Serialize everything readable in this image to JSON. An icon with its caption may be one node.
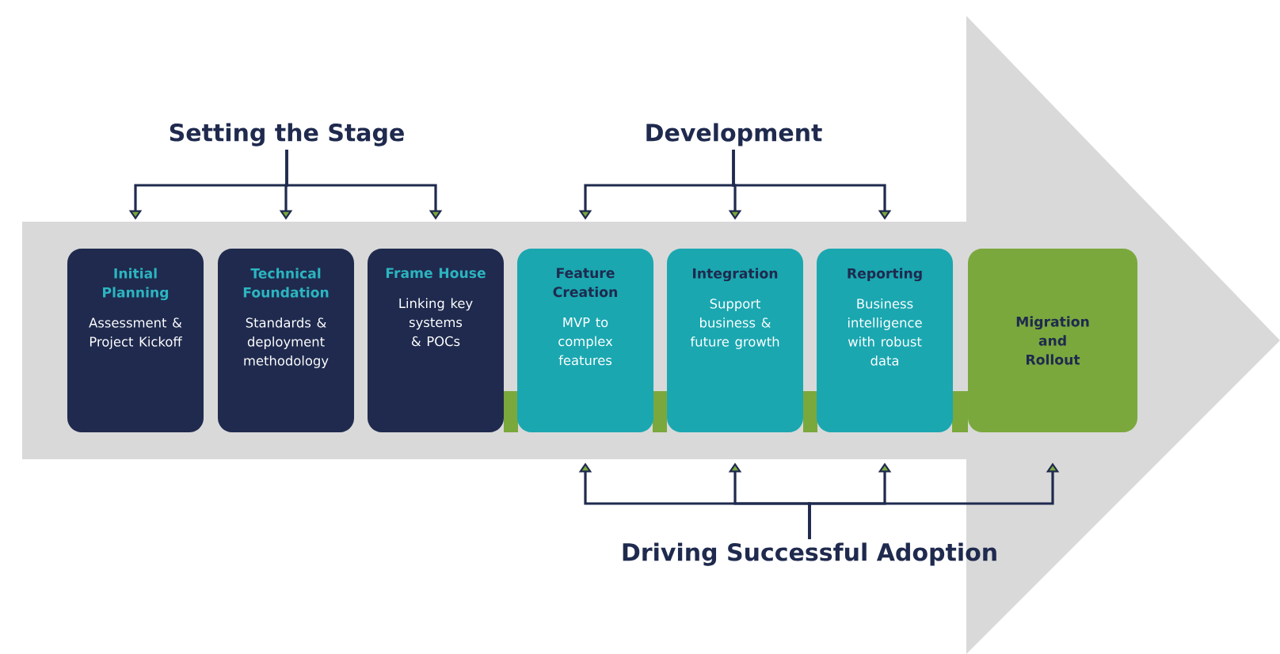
{
  "diagram": {
    "nodes": [
      {
        "text": [
          "Setting the Stage"
        ]
      },
      {
        "text": [
          "Development"
        ]
      },
      {
        "text": [
          "Initial Planning",
          "Assessment & Project Kickoff"
        ]
      },
      {
        "text": [
          "Technical Foundation",
          "Standards & deployment methodology"
        ]
      },
      {
        "text": [
          "Frame House",
          "Linking key systems & POCs"
        ]
      },
      {
        "text": [
          "Feature Creation",
          "MVP to complex features"
        ]
      },
      {
        "text": [
          "Integration",
          "Support business & future growth"
        ]
      },
      {
        "text": [
          "Reporting",
          "Business intelligence with robust data"
        ]
      },
      {
        "text": [
          "Migration and Rollout"
        ]
      },
      {
        "text": [
          "Driving Successful Adoption"
        ]
      }
    ],
    "edges": [
      {
        "from": 0,
        "to": 2,
        "arrow": "to"
      },
      {
        "from": 0,
        "to": 3,
        "arrow": "to"
      },
      {
        "from": 0,
        "to": 4,
        "arrow": "to"
      },
      {
        "from": 1,
        "to": 5,
        "arrow": "to"
      },
      {
        "from": 1,
        "to": 6,
        "arrow": "to"
      },
      {
        "from": 1,
        "to": 7,
        "arrow": "to"
      },
      {
        "from": 9,
        "to": 5,
        "arrow": "to"
      },
      {
        "from": 9,
        "to": 6,
        "arrow": "to"
      },
      {
        "from": 9,
        "to": 7,
        "arrow": "to"
      },
      {
        "from": 9,
        "to": 8,
        "arrow": "to"
      }
    ]
  }
}
